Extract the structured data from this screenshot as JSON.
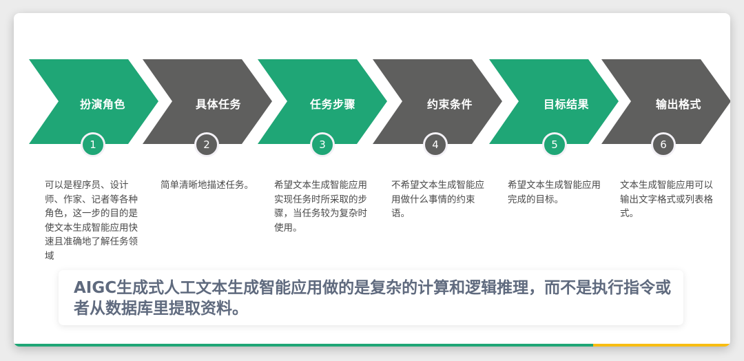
{
  "colors": {
    "green": "#1fa676",
    "gray": "#5f5f5e",
    "yellow": "#f8bd12",
    "highlight_text": "#5f6a7e",
    "description_text": "#4a4a4a"
  },
  "steps": [
    {
      "number": "1",
      "title": "扮演角色",
      "color": "green",
      "description": "可以是程序员、设计师、作家、记者等各种角色，这一步的目的是使文本生成智能应用快速且准确地了解任务领域"
    },
    {
      "number": "2",
      "title": "具体任务",
      "color": "gray",
      "description": "简单清晰地描述任务。"
    },
    {
      "number": "3",
      "title": "任务步骤",
      "color": "green",
      "description": "希望文本生成智能应用实现任务时所采取的步骤，当任务较为复杂时使用。"
    },
    {
      "number": "4",
      "title": "约束条件",
      "color": "gray",
      "description": "不希望文本生成智能应用做什么事情的约束语。"
    },
    {
      "number": "5",
      "title": "目标结果",
      "color": "green",
      "description": "希望文本生成智能应用完成的目标。"
    },
    {
      "number": "6",
      "title": "输出格式",
      "color": "gray",
      "description": "文本生成智能应用可以输出文字格式或列表格式。"
    }
  ],
  "highlight": {
    "text": "AIGC生成式人工文本生成智能应用做的是复杂的计算和逻辑推理，而不是执行指令或者从数据库里提取资料。"
  }
}
